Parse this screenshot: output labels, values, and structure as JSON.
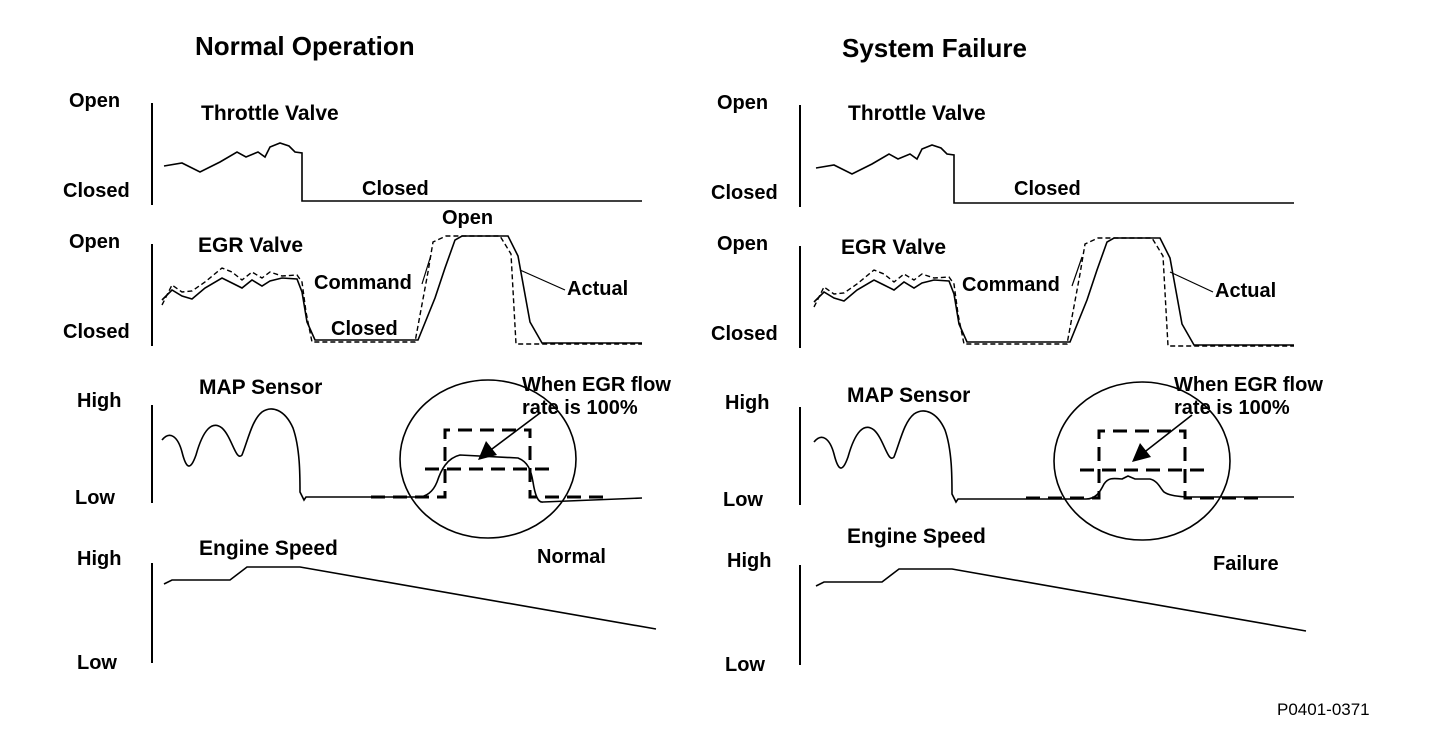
{
  "titles": {
    "left": "Normal Operation",
    "right": "System Failure"
  },
  "axis_labels": {
    "open": "Open",
    "closed": "Closed",
    "high": "High",
    "low": "Low"
  },
  "signals": {
    "throttle": "Throttle Valve",
    "egr": "EGR Valve",
    "map": "MAP Sensor",
    "engine_speed": "Engine Speed"
  },
  "annotations": {
    "throttle_closed": "Closed",
    "egr_open": "Open",
    "egr_closed": "Closed",
    "command": "Command",
    "actual": "Actual",
    "egr_flow_line1": "When EGR flow",
    "egr_flow_line2": "rate is 100%",
    "normal": "Normal",
    "failure": "Failure"
  },
  "figure_code": "P0401-0371"
}
